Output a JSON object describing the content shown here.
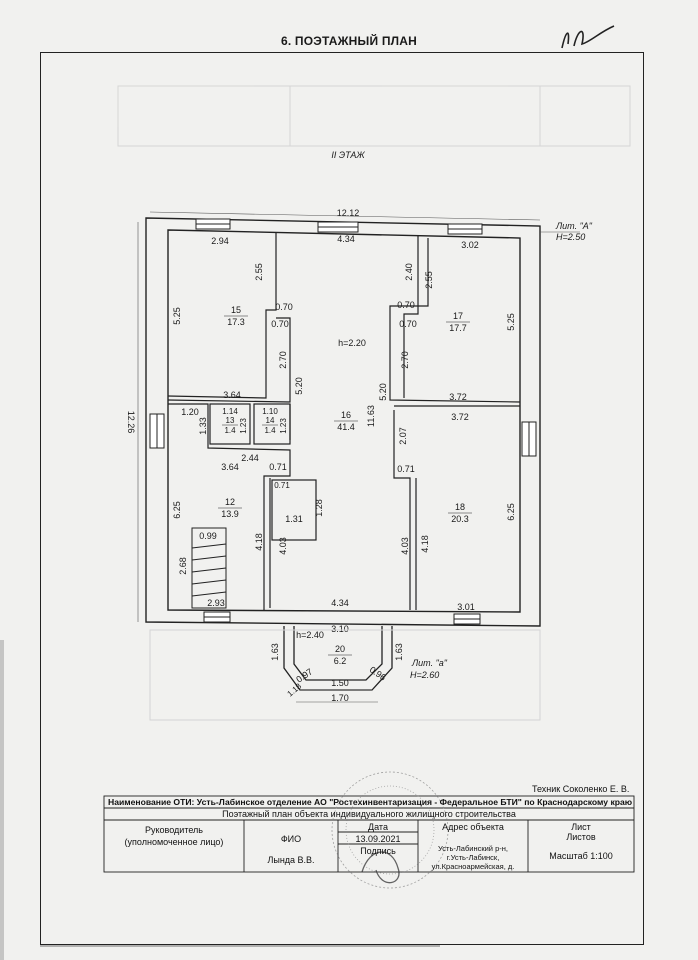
{
  "page_title": "6. ПОЭТАЖНЫЙ ПЛАН",
  "floor_label": "II ЭТАЖ",
  "lit_main": "Лит. \"А\"",
  "height_main": "H=2.50",
  "lit_small": "Лит. \"а\"",
  "height_small": "H=2.60",
  "overall_width": "12.12",
  "overall_depth": "12.26",
  "hall_height": "h=2.20",
  "porch_height": "h=2.40",
  "rooms": [
    {
      "no": "15",
      "area": "17.3"
    },
    {
      "no": "16",
      "area": "41.4"
    },
    {
      "no": "17",
      "area": "17.7"
    },
    {
      "no": "18",
      "area": "20.3"
    },
    {
      "no": "12",
      "area": "13.9"
    },
    {
      "no": "13",
      "area": "1.4"
    },
    {
      "no": "14",
      "area": "1.4"
    },
    {
      "no": "20",
      "area": "6.2"
    }
  ],
  "dims": {
    "r15_top": "2.94",
    "r15_side": "5.25",
    "r15_right": "2.55",
    "r15_bottom": "3.64",
    "hall_top": "4.34",
    "hall_left": "5.20",
    "hall_right": "5.20",
    "hall_mid": "11.63",
    "notch": "0.70",
    "notch_w": "2.70",
    "r17_top": "3.02",
    "r17_left": "2.55",
    "r17_right": "5.25",
    "r17_bottom": "3.72",
    "r17_l2": "2.40",
    "r18_top": "3.72",
    "r18_side": "6.25",
    "r18_left": "2.07",
    "r18_left2": "4.18",
    "r18_bottom": "3.01",
    "r18_notch": "0.71",
    "r12_side": "6.25",
    "r12_right": "4.18",
    "r12_top": "1.20",
    "r12_top2": "1.33",
    "r12_bottom": "3.64",
    "r12_stair_w": "0.99",
    "r12_stair_h": "2.68",
    "r12_base": "2.93",
    "r12_gap": "2.44",
    "r12_notch": "0.71",
    "r13_w": "1.14",
    "r13_h": "1.23",
    "r14_w": "1.10",
    "r14_h": "1.23",
    "closet_w": "1.31",
    "closet_h": "1.28",
    "closet_notch": "0.71",
    "hall_bottom": "4.34",
    "hall_low_l": "4.03",
    "hall_low_r": "4.03",
    "porch_top": "3.10",
    "porch_side_l": "1.63",
    "porch_side_r": "1.63",
    "porch_diag_l": "0.97",
    "porch_diag_r": "0.96",
    "porch_front": "1.50",
    "porch_outer": "1.70",
    "porch_corner": "1.18"
  },
  "technician": "Техник Соколенко Е. В.",
  "title_block": {
    "org": "Наименование ОТИ: Усть-Лабинское отделение АО \"Ростехинвентаризация - Федеральное БТИ\" по Краснодарскому краю",
    "doc": "Поэтажный план объекта индивидуального жилищного строительства",
    "head_label": "Руководитель",
    "head_sub": "(уполномоченное лицо)",
    "fio_label": "ФИО",
    "fio_value": "Лында В.В.",
    "date_label": "Дата",
    "date_value": "13.09.2021",
    "sign_label": "Подпись",
    "address_label": "Адрес объекта",
    "address_l1": "Усть-Лабинский р-н,",
    "address_l2": "г.Усть-Лабинск,",
    "address_l3": "ул.Красноармейская, д.",
    "sheet_label": "Лист",
    "sheets_label": "Листов",
    "scale": "Масштаб 1:100"
  }
}
